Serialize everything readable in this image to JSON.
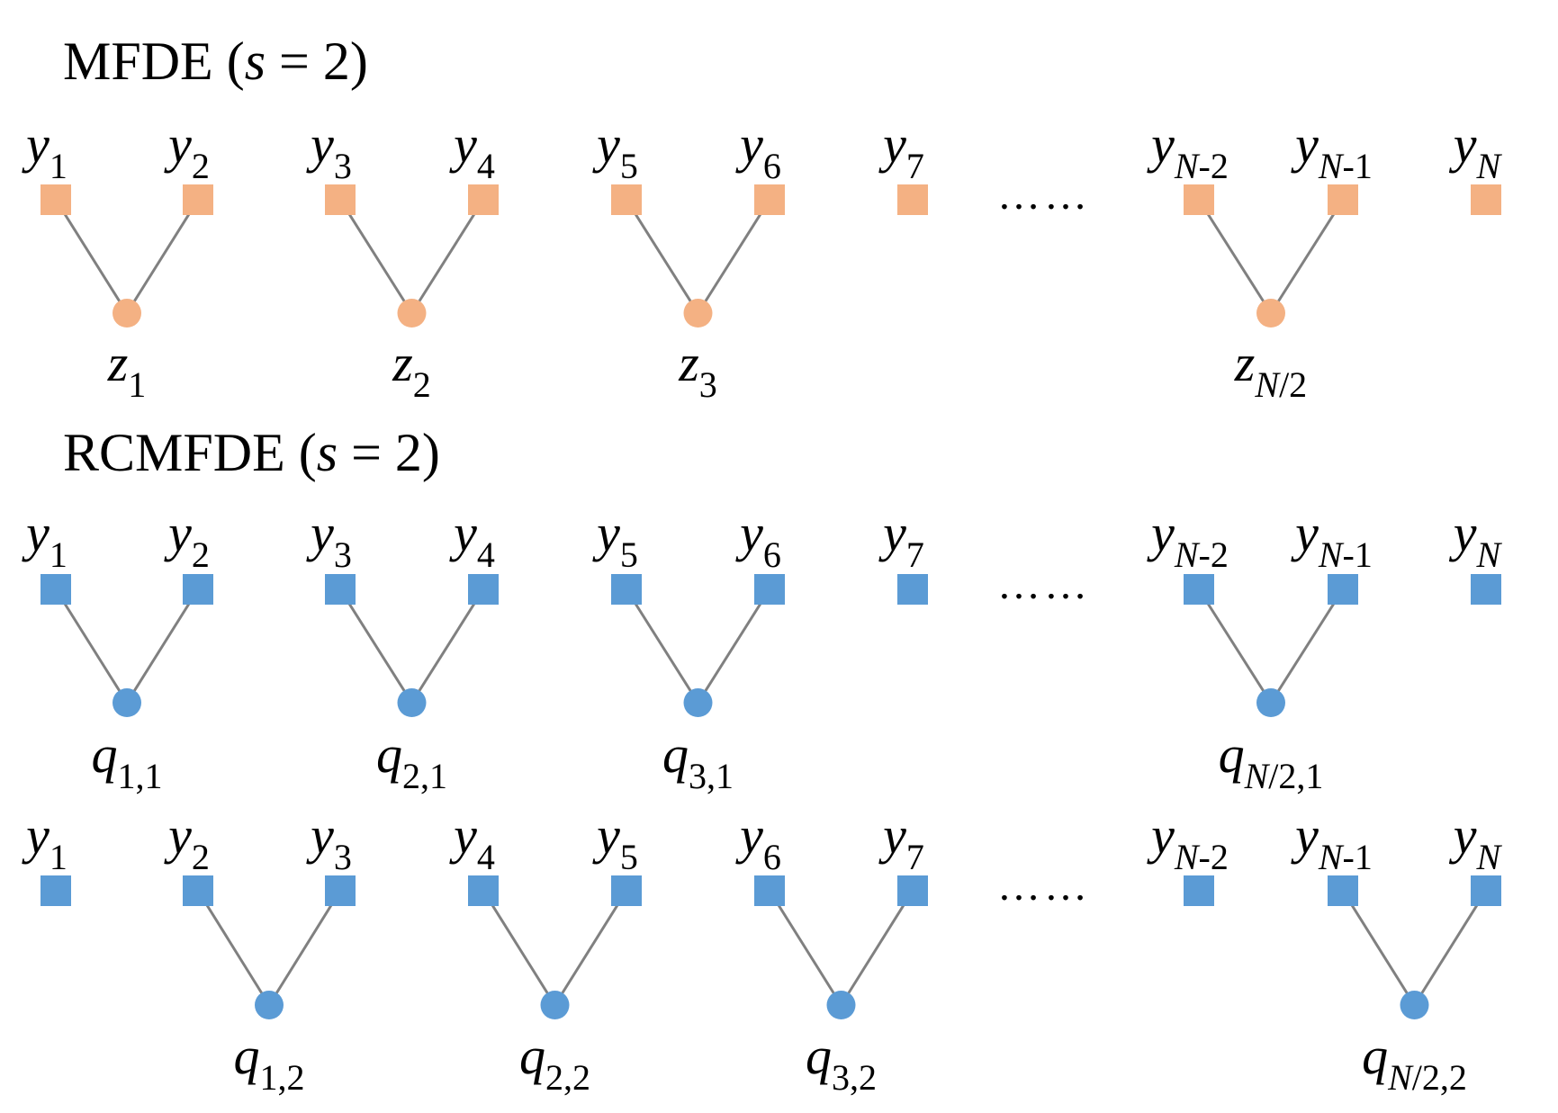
{
  "colors": {
    "mfde": "#F4B183",
    "rcmfde": "#5B9BD5",
    "edge": "#808080"
  },
  "ellipsis": "……",
  "panels": [
    {
      "title": {
        "main": "MFDE (",
        "var": "s",
        "rest": " = 2)"
      },
      "color_key": "mfde",
      "rows": [
        {
          "nodes": [
            {
              "base": "y",
              "sub": "1"
            },
            {
              "base": "y",
              "sub": "2"
            },
            {
              "base": "y",
              "sub": "3"
            },
            {
              "base": "y",
              "sub": "4"
            },
            {
              "base": "y",
              "sub": "5"
            },
            {
              "base": "y",
              "sub": "6"
            },
            {
              "base": "y",
              "sub": "7"
            },
            {
              "base": "y",
              "sub_it": "N",
              "sub": "-2"
            },
            {
              "base": "y",
              "sub_it": "N",
              "sub": "-1"
            },
            {
              "base": "y",
              "sub_it": "N",
              "sub": ""
            }
          ],
          "groups": [
            {
              "pair": [
                0,
                1
              ],
              "label": {
                "base": "z",
                "sub": "1"
              }
            },
            {
              "pair": [
                2,
                3
              ],
              "label": {
                "base": "z",
                "sub": "2"
              }
            },
            {
              "pair": [
                4,
                5
              ],
              "label": {
                "base": "z",
                "sub": "3"
              }
            },
            {
              "pair": [
                7,
                8
              ],
              "label": {
                "base": "z",
                "sub_it": "N",
                "sub": "/2"
              }
            }
          ]
        }
      ]
    },
    {
      "title": {
        "main": "RCMFDE (",
        "var": "s",
        "rest": " = 2)"
      },
      "color_key": "rcmfde",
      "rows": [
        {
          "nodes": [
            {
              "base": "y",
              "sub": "1"
            },
            {
              "base": "y",
              "sub": "2"
            },
            {
              "base": "y",
              "sub": "3"
            },
            {
              "base": "y",
              "sub": "4"
            },
            {
              "base": "y",
              "sub": "5"
            },
            {
              "base": "y",
              "sub": "6"
            },
            {
              "base": "y",
              "sub": "7"
            },
            {
              "base": "y",
              "sub_it": "N",
              "sub": "-2"
            },
            {
              "base": "y",
              "sub_it": "N",
              "sub": "-1"
            },
            {
              "base": "y",
              "sub_it": "N",
              "sub": ""
            }
          ],
          "groups": [
            {
              "pair": [
                0,
                1
              ],
              "label": {
                "base": "q",
                "sub": "1,1"
              }
            },
            {
              "pair": [
                2,
                3
              ],
              "label": {
                "base": "q",
                "sub": "2,1"
              }
            },
            {
              "pair": [
                4,
                5
              ],
              "label": {
                "base": "q",
                "sub": "3,1"
              }
            },
            {
              "pair": [
                7,
                8
              ],
              "label": {
                "base": "q",
                "sub_it": "N",
                "sub": "/2,1"
              }
            }
          ]
        },
        {
          "nodes": [
            {
              "base": "y",
              "sub": "1"
            },
            {
              "base": "y",
              "sub": "2"
            },
            {
              "base": "y",
              "sub": "3"
            },
            {
              "base": "y",
              "sub": "4"
            },
            {
              "base": "y",
              "sub": "5"
            },
            {
              "base": "y",
              "sub": "6"
            },
            {
              "base": "y",
              "sub": "7"
            },
            {
              "base": "y",
              "sub_it": "N",
              "sub": "-2"
            },
            {
              "base": "y",
              "sub_it": "N",
              "sub": "-1"
            },
            {
              "base": "y",
              "sub_it": "N",
              "sub": ""
            }
          ],
          "groups": [
            {
              "pair": [
                1,
                2
              ],
              "label": {
                "base": "q",
                "sub": "1,2"
              }
            },
            {
              "pair": [
                3,
                4
              ],
              "label": {
                "base": "q",
                "sub": "2,2"
              }
            },
            {
              "pair": [
                5,
                6
              ],
              "label": {
                "base": "q",
                "sub": "3,2"
              }
            },
            {
              "pair": [
                8,
                9
              ],
              "label": {
                "base": "q",
                "sub_it": "N",
                "sub": "/2,2"
              }
            }
          ]
        }
      ]
    }
  ]
}
